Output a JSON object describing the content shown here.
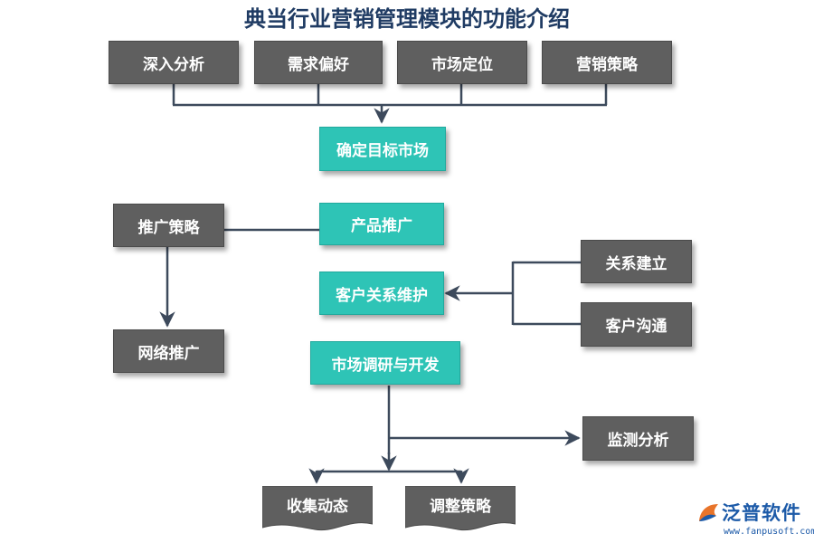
{
  "title": "典当行业营销管理模块的功能介绍",
  "nodes": {
    "deep_analysis": "深入分析",
    "demand_preference": "需求偏好",
    "market_positioning": "市场定位",
    "marketing_strategy": "营销策略",
    "target_market": "确定目标市场",
    "promotion_strategy": "推广策略",
    "product_promotion": "产品推广",
    "network_promotion": "网络推广",
    "customer_relationship": "客户关系维护",
    "relationship_building": "关系建立",
    "customer_communication": "客户沟通",
    "market_research": "市场调研与开发",
    "monitoring_analysis": "监测分析",
    "collect_dynamics": "收集动态",
    "adjust_strategy": "调整策略"
  },
  "logo": {
    "name": "泛普软件",
    "url": "www.fanpusoft.com"
  },
  "colors": {
    "gray_box": "#5f5f5f",
    "teal_box": "#2ec4b6",
    "connector": "#3d4a5c",
    "title": "#1f3b63"
  }
}
